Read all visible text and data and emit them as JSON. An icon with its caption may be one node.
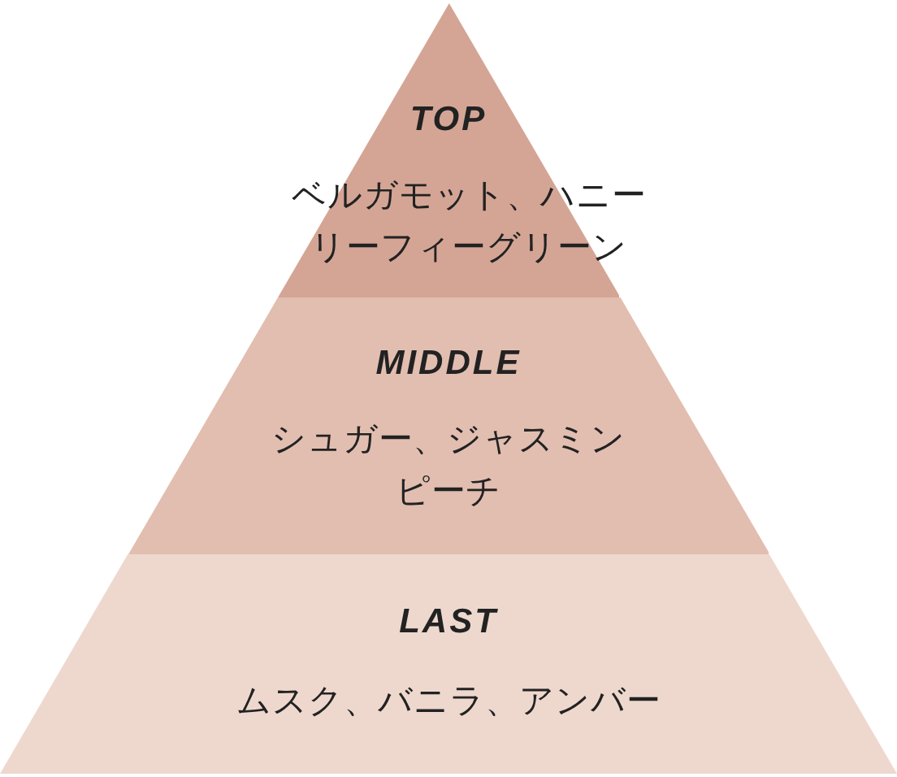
{
  "diagram": {
    "nodes": [
      {
        "text": [
          "TOP",
          "ベルガモット、ハニーリーフィーグリーン"
        ]
      },
      {
        "text": [
          "MIDDLE",
          "シュガー、ジャスミンピーチ"
        ]
      },
      {
        "text": [
          "LAST",
          "ムスク、バニラ、アンバー"
        ]
      }
    ]
  }
}
